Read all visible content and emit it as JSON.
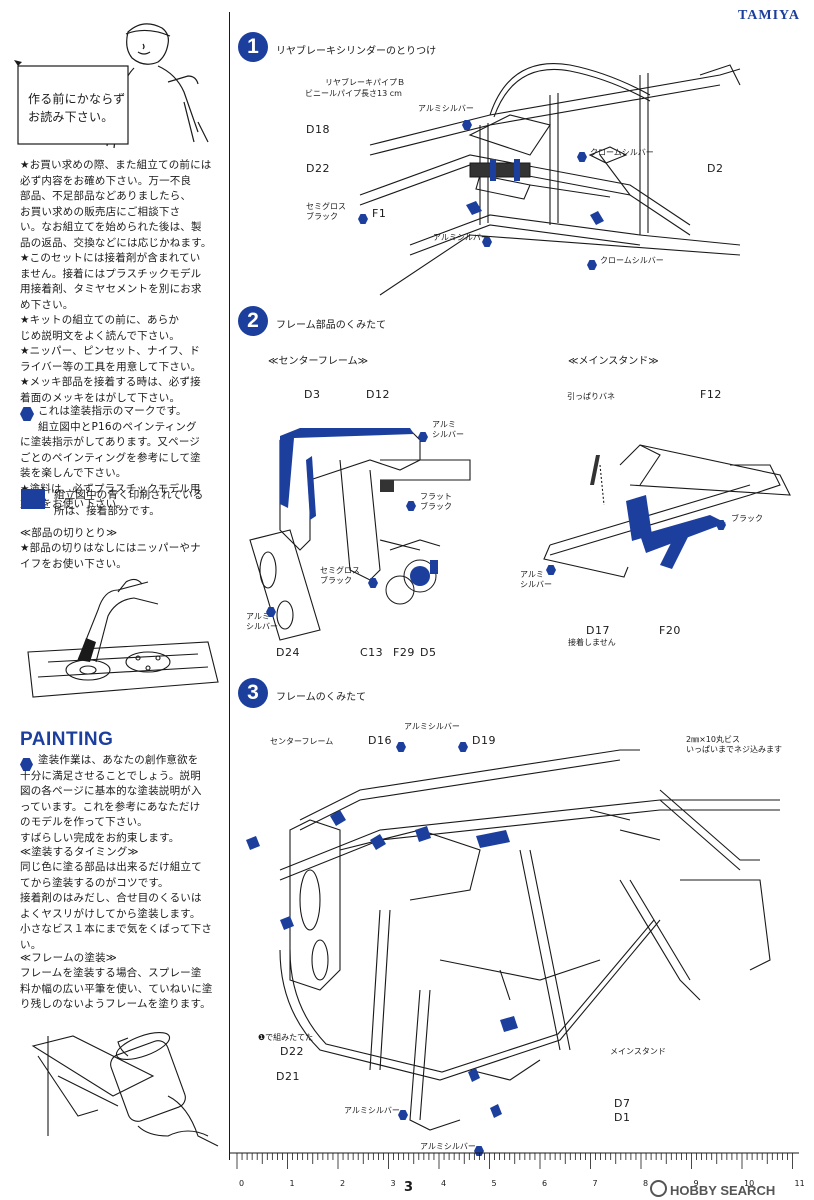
{
  "brand": "TAMIYA",
  "page_number": "3",
  "watermark": "HOBBY SEARCH",
  "sidebar": {
    "sign_line1": "作る前にかならず",
    "sign_line2": "お読み下さい。",
    "notes": [
      "★お買い求めの際、また組立ての前には",
      "必ず内容をお確め下さい。万一不良",
      "部品、不足部品などありましたら、",
      "お買い求めの販売店にご相談下さ",
      "い。なお組立てを始められた後は、製",
      "品の返品、交換などには応じかねます。",
      "★このセットには接着剤が含まれてい",
      "ません。接着にはプラスチックモデル",
      "用接着剤、タミヤセメントを別にお求",
      "め下さい。",
      "★キットの組立ての前に、あらか",
      "じめ説明文をよく読んで下さい。",
      "★ニッパー、ピンセット、ナイフ、ド",
      "ライバー等の工具を用意して下さい。",
      "★メッキ部品を接着する時は、必ず接",
      "着面のメッキをはがして下さい。"
    ],
    "paint_mark_note": [
      "これは塗装指示のマークです。",
      "組立図中とP16のペインティング",
      "に塗装指示がしてあります。又ページ",
      "ごとのペインティングを参考にして塗",
      "装を楽しんで下さい。",
      "★塗料は、必ずプラスチックモデル用",
      "塗料をお使い下さい。"
    ],
    "glue_note": [
      "組立図中の青く印刷されている",
      "所は、接着部分です。"
    ],
    "cutting_title": "≪部品の切りとり≫",
    "cutting_text": [
      "★部品の切りはなしにはニッパーやナ",
      "イフをお使い下さい。"
    ],
    "painting_title": "PAINTING",
    "painting_intro": [
      "塗装作業は、あなたの創作意欲を",
      "十分に満足させることでしょう。説明",
      "図の各ページに基本的な塗装説明が入",
      "っています。これを参考にあなただけ",
      "のモデルを作って下さい。",
      "すばらしい完成をお約束します。"
    ],
    "timing_title": "≪塗装するタイミング≫",
    "timing_text": [
      "同じ色に塗る部品は出来るだけ組立て",
      "てから塗装するのがコツです。",
      "接着剤のはみだし、合せ目のくるいは",
      "よくヤスリがけしてから塗装します。",
      "小さなビス１本にまで気をくばって下さ",
      "い。"
    ],
    "frame_paint_title": "≪フレームの塗装≫",
    "frame_paint_text": [
      "フレームを塗装する場合、スプレー塗",
      "料か幅の広い平筆を使い、ていねいに塗",
      "り残しのないようフレームを塗ります。"
    ]
  },
  "steps": [
    {
      "number": "1",
      "title": "リヤブレーキシリンダーのとりつけ",
      "labels": {
        "pipe1": "リヤブレーキパイプＢ",
        "pipe2": "ビニールパイプ長さ13 cm",
        "alu1": "アルミシルバー",
        "d18": "D18",
        "chrome1": "クロームシルバー",
        "d22": "D22",
        "d2": "D2",
        "semi1": "セミグロス",
        "semi2": "ブラック",
        "f1": "F1",
        "alu2": "アルミシルバー",
        "chrome2": "クロームシルバー"
      }
    },
    {
      "number": "2",
      "title": "フレーム部品のくみたて",
      "labels": {
        "center_frame": "≪センターフレーム≫",
        "main_stand": "≪メインスタンド≫",
        "d3": "D3",
        "d12": "D12",
        "alu_a": "アルミ",
        "alu_b": "シルバー",
        "flat1": "フラット",
        "flat2": "ブラック",
        "semi1": "セミグロス",
        "semi2": "ブラック",
        "alu2a": "アルミ",
        "alu2b": "シルバー",
        "d24": "D24",
        "c13": "C13",
        "f29": "F29",
        "d5": "D5",
        "spring": "引っぱりバネ",
        "f12": "F12",
        "black": "ブラック",
        "alu3a": "アルミ",
        "alu3b": "シルバー",
        "d17": "D17",
        "no_glue": "接着しません",
        "f20": "F20"
      }
    },
    {
      "number": "3",
      "title": "フレームのくみたて",
      "labels": {
        "center_frame": "センターフレーム",
        "alu1": "アルミシルバー",
        "d16": "D16",
        "d19": "D19",
        "screw1": "2㎜×10丸ビス",
        "screw2": "いっぱいまでネジ込みます",
        "from1a": "❶で組みたてた",
        "from1b": "D22",
        "d21": "D21",
        "main_stand": "メインスタンド",
        "alu2": "アルミシルバー",
        "d7": "D7",
        "alu3": "アルミシルバー",
        "d1": "D1"
      }
    }
  ],
  "ruler_ticks": [
    "0",
    "1",
    "2",
    "3",
    "4",
    "5",
    "6",
    "7",
    "8",
    "9",
    "10",
    "11"
  ],
  "colors": {
    "accent": "#1c3f9e",
    "ink": "#1a1a1a"
  }
}
